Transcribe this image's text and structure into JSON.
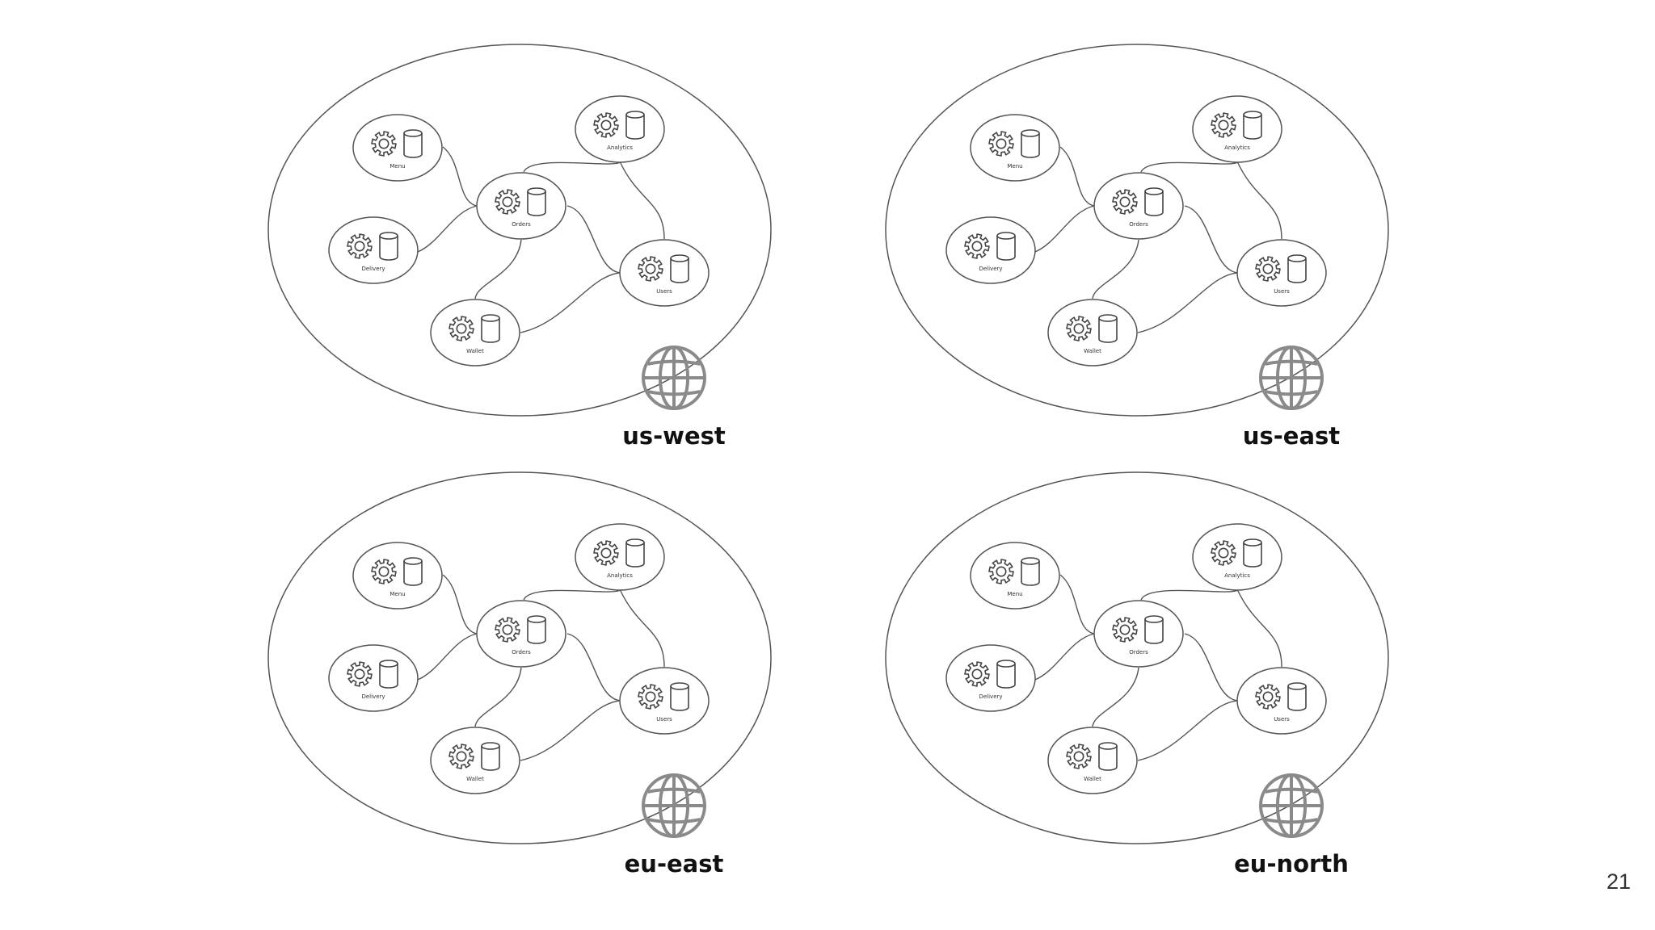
{
  "slide": {
    "page_number": "21"
  },
  "regions": [
    {
      "label": "us-west"
    },
    {
      "label": "us-east"
    },
    {
      "label": "eu-east"
    },
    {
      "label": "eu-north"
    }
  ],
  "services": [
    {
      "label": "Menu"
    },
    {
      "label": "Analytics"
    },
    {
      "label": "Orders"
    },
    {
      "label": "Delivery"
    },
    {
      "label": "Users"
    },
    {
      "label": "Wallet"
    }
  ],
  "connections": [
    [
      "Menu",
      "Orders"
    ],
    [
      "Delivery",
      "Orders"
    ],
    [
      "Orders",
      "Analytics"
    ],
    [
      "Orders",
      "Users"
    ],
    [
      "Orders",
      "Wallet"
    ],
    [
      "Analytics",
      "Users"
    ],
    [
      "Wallet",
      "Users"
    ]
  ],
  "icons": {
    "service": [
      "gear-icon",
      "database-icon"
    ],
    "region": "globe-icon"
  },
  "colors": {
    "stroke": "#555555",
    "globe": "#8a8a8a",
    "text": "#111111"
  }
}
